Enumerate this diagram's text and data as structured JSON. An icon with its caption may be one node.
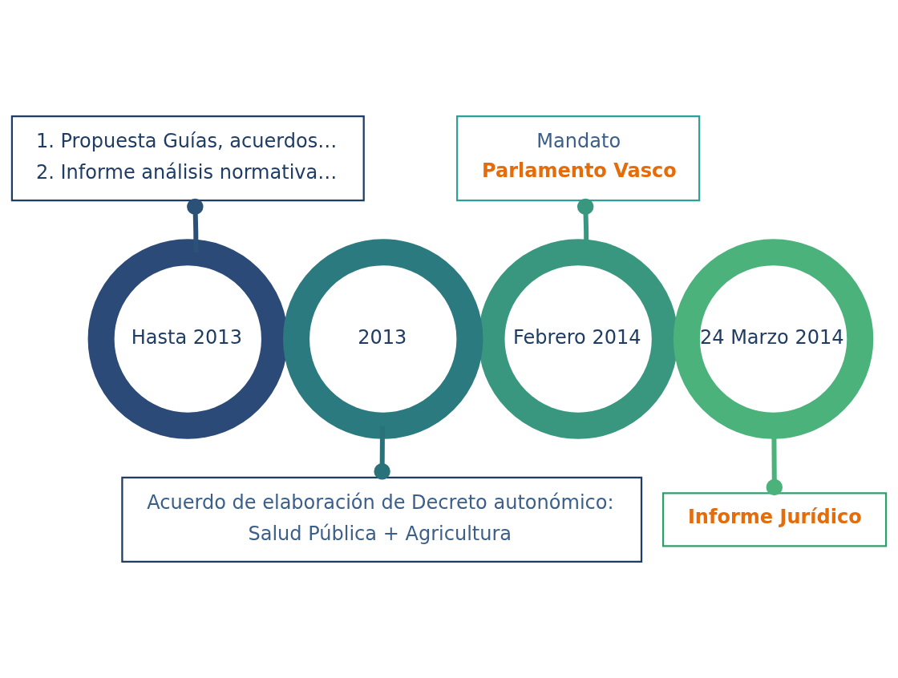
{
  "diagram": {
    "nodes": [
      {
        "text": [
          "1. Propuesta Guías, acuerdos…",
          "2. Informe análisis normativa…"
        ]
      },
      {
        "text": [
          "Mandato",
          "Parlamento Vasco"
        ]
      },
      {
        "text": [
          "Hasta 2013"
        ]
      },
      {
        "text": [
          "2013"
        ]
      },
      {
        "text": [
          "Febrero 2014"
        ]
      },
      {
        "text": [
          "24 Marzo 2014"
        ]
      },
      {
        "text": [
          "Acuerdo de elaboración de Decreto autonómico:",
          "Salud Pública + Agricultura"
        ]
      },
      {
        "text": [
          "Informe Jurídico"
        ]
      }
    ],
    "edges": [
      {
        "from": 2,
        "to": 0,
        "arrow": "other",
        "color": "#2b5276"
      },
      {
        "from": 4,
        "to": 1,
        "arrow": "other",
        "color": "#3a977f"
      },
      {
        "from": 3,
        "to": 6,
        "arrow": "other",
        "color": "#2a727a"
      },
      {
        "from": 5,
        "to": 7,
        "arrow": "other",
        "color": "#4cb27c"
      }
    ]
  }
}
